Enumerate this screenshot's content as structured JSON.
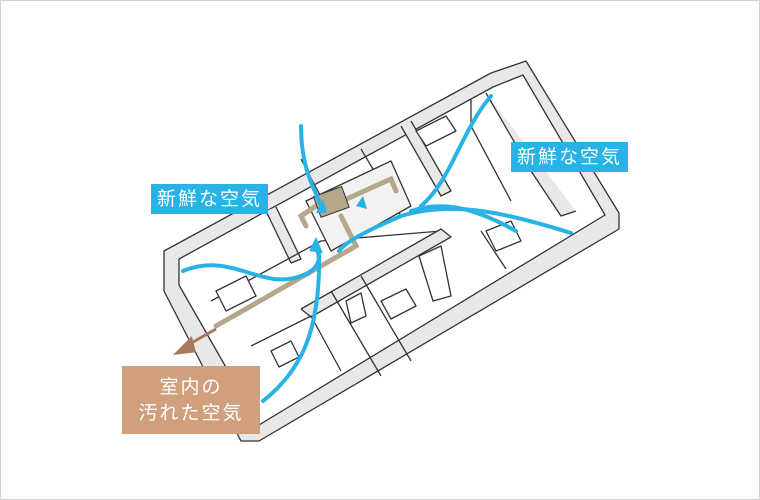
{
  "labels": {
    "fresh_air_left": "新鮮な空気",
    "fresh_air_right": "新鮮な空気",
    "dirty_air_line1": "室内の",
    "dirty_air_line2": "汚れた空気"
  },
  "colors": {
    "fresh_air": "#29b2e6",
    "dirty_air": "#d0a07c",
    "duct": "#b5a78a",
    "wall": "#e6e6e6",
    "outline": "#333333"
  }
}
